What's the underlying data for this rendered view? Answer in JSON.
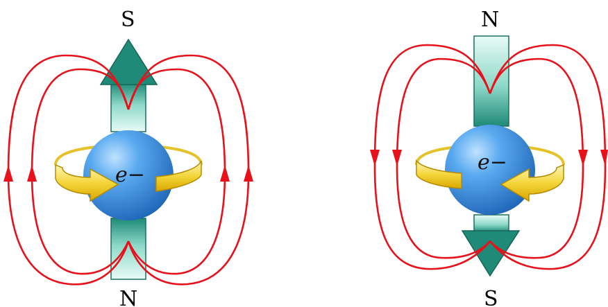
{
  "panels": [
    {
      "id": "spin-up",
      "top_pole": "S",
      "bottom_pole": "N",
      "particle_label": "e−",
      "moment_arrow_direction": "up",
      "rotation_direction": "counterclockwise-from-top",
      "field_line_direction": "up"
    },
    {
      "id": "spin-down",
      "top_pole": "N",
      "bottom_pole": "S",
      "particle_label": "e−",
      "moment_arrow_direction": "down",
      "rotation_direction": "clockwise-from-top",
      "field_line_direction": "down"
    }
  ],
  "colors": {
    "field_lines": "#e8101a",
    "sphere": "#3d8fe0",
    "moment_arrow": "#1e8a77",
    "moment_arrow_light": "#d8f5ee",
    "rotation_arrow": "#f4d53a"
  }
}
